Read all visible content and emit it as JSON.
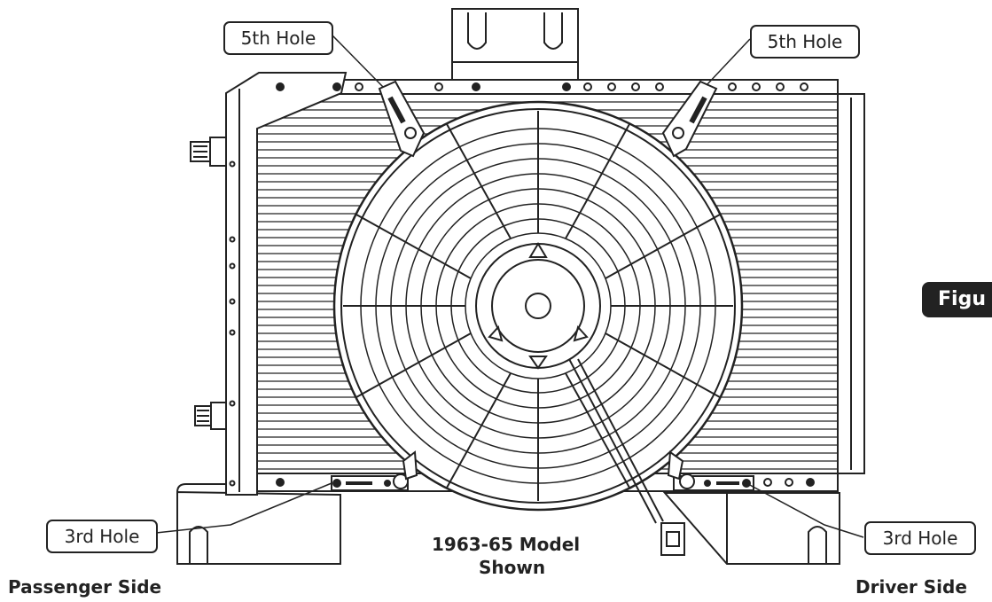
{
  "callouts": {
    "top_left": "5th Hole",
    "top_right": "5th Hole",
    "bottom_left": "3rd Hole",
    "bottom_right": "3rd Hole"
  },
  "labels": {
    "model_line1": "1963-65 Model",
    "model_line2": "Shown",
    "passenger_side": "Passenger Side",
    "driver_side": "Driver Side",
    "figure_tab": "Figu"
  },
  "colors": {
    "line": "#222222",
    "background": "#ffffff",
    "tab": "#222222"
  }
}
